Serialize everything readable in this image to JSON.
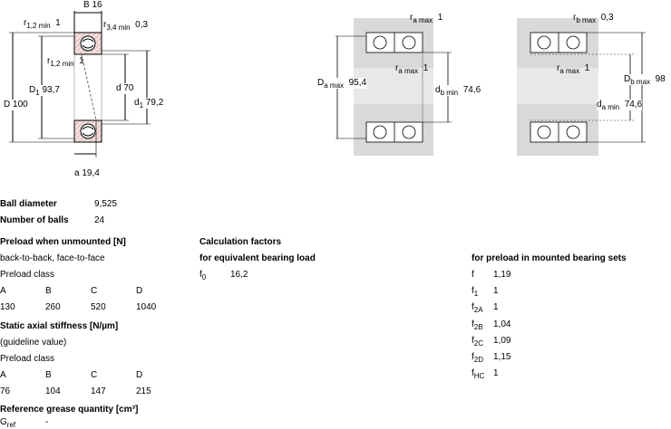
{
  "drawing1": {
    "B": "B",
    "B_val": "16",
    "r12": "r",
    "r12_sub": "1,2 min",
    "r12_val": "1",
    "r34": "r",
    "r34_sub": "3,4 min",
    "r34_val": "0,3",
    "r12b": "r",
    "r12b_sub": "1,2 min",
    "r12b_val": "1",
    "D": "D",
    "D_val": "100",
    "D1": "D",
    "D1_sub": "1",
    "D1_val": "93,7",
    "d": "d",
    "d_val": "70",
    "d1": "d",
    "d1_sub": "1",
    "d1_val": "79,2",
    "a": "a",
    "a_val": "19,4"
  },
  "drawing2": {
    "ra_top": "r",
    "ra_top_sub": "a max",
    "ra_top_val": "1",
    "ra_mid": "r",
    "ra_mid_sub": "a max",
    "ra_mid_val": "1",
    "Da": "D",
    "Da_sub": "a max",
    "Da_val": "95,4",
    "db": "d",
    "db_sub": "b min",
    "db_val": "74,6"
  },
  "drawing3": {
    "rb": "r",
    "rb_sub": "b max",
    "rb_val": "0,3",
    "ra": "r",
    "ra_sub": "a max",
    "ra_val": "1",
    "Db": "D",
    "Db_sub": "b max",
    "Db_val": "98",
    "da": "d",
    "da_sub": "a min",
    "da_val": "74,6"
  },
  "specs": {
    "ball_diameter_label": "Ball diameter",
    "ball_diameter_value": "9,525",
    "number_of_balls_label": "Number of balls",
    "number_of_balls_value": "24",
    "preload_heading": "Preload when unmounted [N]",
    "preload_arrangement": "back-to-back, face-to-face",
    "preload_class_label": "Preload class",
    "classes": [
      "A",
      "B",
      "C",
      "D"
    ],
    "preload_values": [
      "130",
      "260",
      "520",
      "1040"
    ],
    "stiffness_heading": "Static axial stiffness [N/µm]",
    "stiffness_note": "(guideline value)",
    "stiffness_class_label": "Preload class",
    "stiffness_values": [
      "76",
      "104",
      "147",
      "215"
    ],
    "grease_heading": "Reference grease quantity [cm³]",
    "grease_symbol": "G",
    "grease_sub": "ref",
    "grease_value": "-"
  },
  "calc": {
    "heading": "Calculation factors",
    "equiv_heading": "for equivalent bearing load",
    "f0_label": "f",
    "f0_sub": "0",
    "f0_value": "16,2"
  },
  "mounted": {
    "heading": "for preload in mounted bearing sets",
    "rows": [
      {
        "label": "f",
        "sub": "",
        "value": "1,19"
      },
      {
        "label": "f",
        "sub": "1",
        "value": "1"
      },
      {
        "label": "f",
        "sub": "2A",
        "value": "1"
      },
      {
        "label": "f",
        "sub": "2B",
        "value": "1,04"
      },
      {
        "label": "f",
        "sub": "2C",
        "value": "1,09"
      },
      {
        "label": "f",
        "sub": "2D",
        "value": "1,15"
      },
      {
        "label": "f",
        "sub": "HC",
        "value": "1"
      }
    ]
  }
}
